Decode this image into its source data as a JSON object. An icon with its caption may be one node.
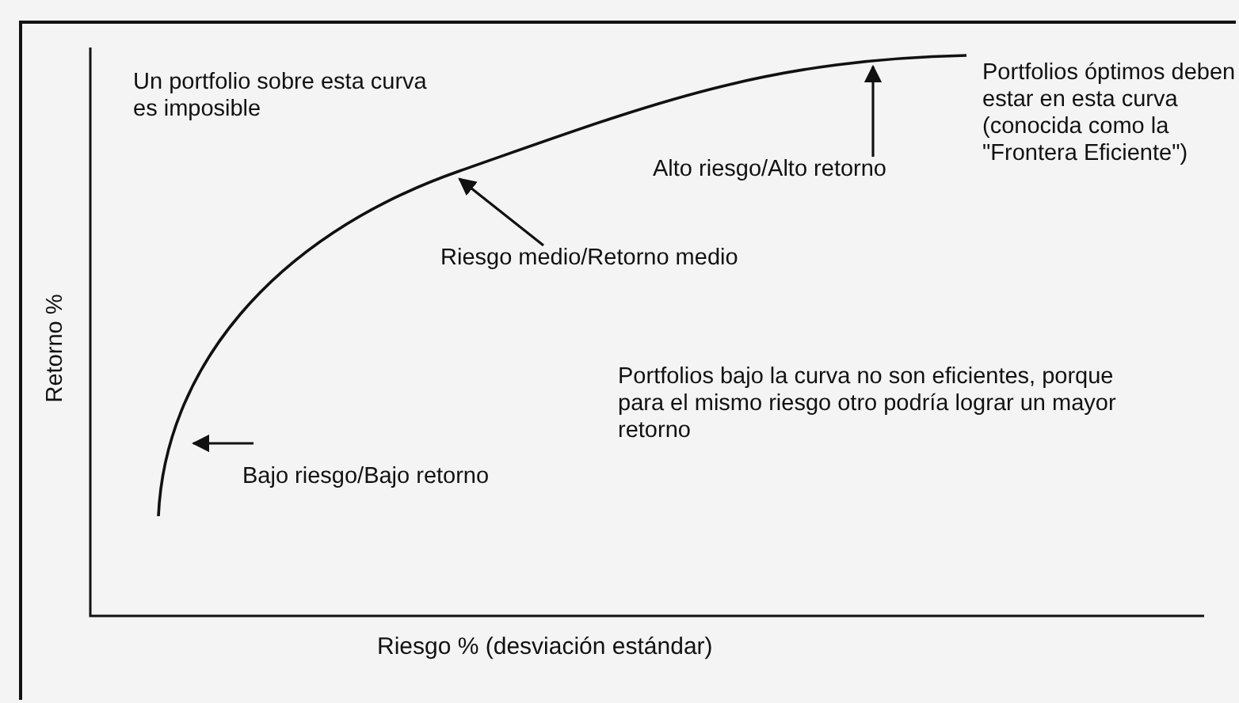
{
  "diagram": {
    "nodes": [
      {
        "text": [
          "Alto riesgo/Alto retorno"
        ]
      },
      {
        "text": [
          "Riesgo medio/Retorno medio"
        ]
      },
      {
        "text": [
          "Bajo riesgo/Bajo retorno"
        ]
      }
    ],
    "edges": [
      {
        "from": 0,
        "to": null,
        "arrow": "to"
      },
      {
        "from": 1,
        "to": null,
        "arrow": "to"
      },
      {
        "from": 2,
        "to": null,
        "arrow": "to"
      }
    ],
    "labels": [
      "Un portfolio sobre esta curva es imposible",
      "Portfolios óptimos deben estar en esta curva (conocida como la \"Frontera Eficiente\")",
      "Portfolios bajo la curva no son eficientes, porque para el mismo riesgo otro podría lograr un mayor retorno",
      "Retorno %",
      "Riesgo % (desviación estándar)"
    ]
  }
}
